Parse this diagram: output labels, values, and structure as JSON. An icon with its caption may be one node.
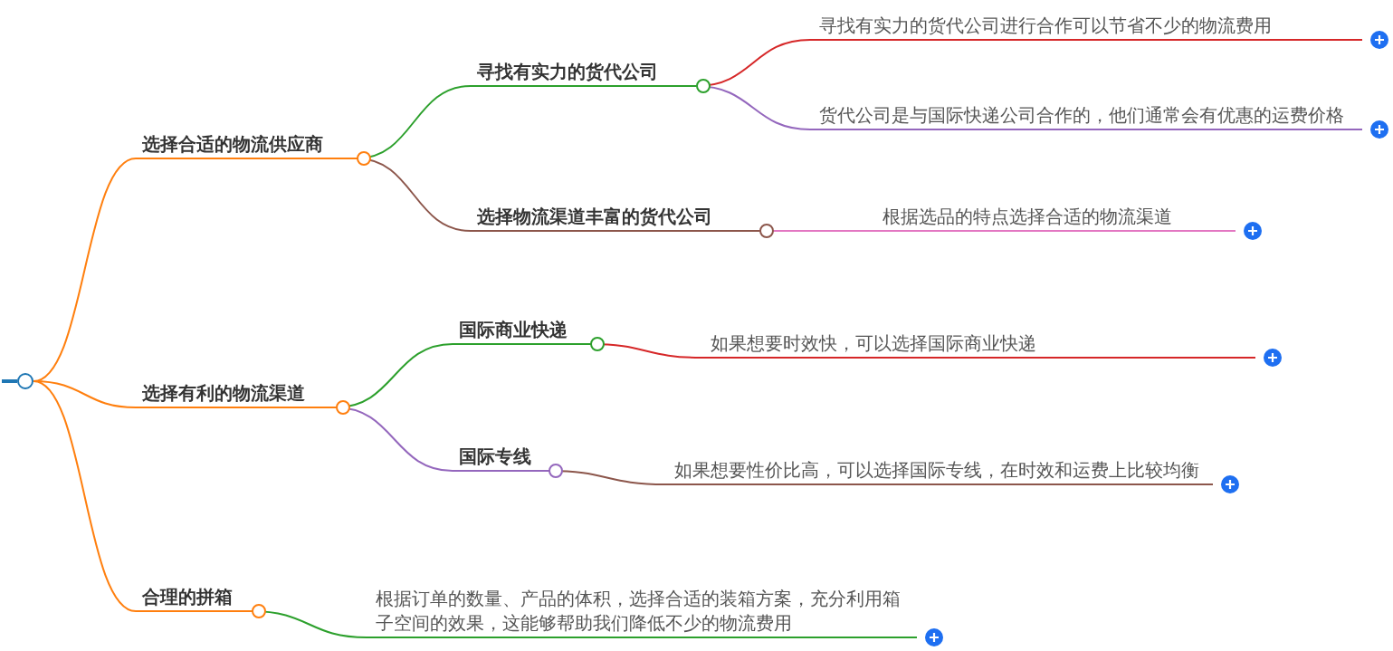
{
  "diagram": {
    "nodes": [
      {
        "text": [],
        "shape": "circle"
      },
      {
        "text": [
          "选择合适的物流供应商"
        ]
      },
      {
        "text": [
          "寻找有实力的货代公司"
        ]
      },
      {
        "text": [
          "寻找有实力的货代公司进行合作可以节省不少的物流费用"
        ]
      },
      {
        "text": [
          "货代公司是与国际快递公司合作的，他们通常会有优惠的运费价格"
        ]
      },
      {
        "text": [
          "选择物流渠道丰富的货代公司"
        ]
      },
      {
        "text": [
          "根据选品的特点选择合适的物流渠道"
        ]
      },
      {
        "text": [
          "选择有利的物流渠道"
        ]
      },
      {
        "text": [
          "国际商业快递"
        ]
      },
      {
        "text": [
          "如果想要时效快，可以选择国际商业快递"
        ]
      },
      {
        "text": [
          "国际专线"
        ]
      },
      {
        "text": [
          "如果想要性价比高，可以选择国际专线，在时效和运费上比较均衡"
        ]
      },
      {
        "text": [
          "合理的拼箱"
        ]
      },
      {
        "text": [
          "根据订单的数量、产品的体积，选择合适的装箱方案，充分利用箱子空间的效果，这能够帮助我们降低不少的物流费用"
        ]
      }
    ],
    "edges": [
      {
        "from": 0,
        "to": 1,
        "arrow": "none",
        "color": "#ff7f0e"
      },
      {
        "from": 1,
        "to": 2,
        "arrow": "none",
        "color": "#2ca02c"
      },
      {
        "from": 2,
        "to": 3,
        "arrow": "none",
        "color": "#d62728"
      },
      {
        "from": 2,
        "to": 4,
        "arrow": "none",
        "color": "#9467bd"
      },
      {
        "from": 1,
        "to": 5,
        "arrow": "none",
        "color": "#8c564b"
      },
      {
        "from": 5,
        "to": 6,
        "arrow": "none",
        "color": "#e377c2"
      },
      {
        "from": 0,
        "to": 7,
        "arrow": "none",
        "color": "#ff7f0e"
      },
      {
        "from": 7,
        "to": 8,
        "arrow": "none",
        "color": "#2ca02c"
      },
      {
        "from": 8,
        "to": 9,
        "arrow": "none",
        "color": "#d62728"
      },
      {
        "from": 7,
        "to": 10,
        "arrow": "none",
        "color": "#9467bd"
      },
      {
        "from": 10,
        "to": 11,
        "arrow": "none",
        "color": "#8c564b"
      },
      {
        "from": 0,
        "to": 12,
        "arrow": "none",
        "color": "#ff7f0e"
      },
      {
        "from": 12,
        "to": 13,
        "arrow": "none",
        "color": "#2ca02c"
      }
    ]
  }
}
